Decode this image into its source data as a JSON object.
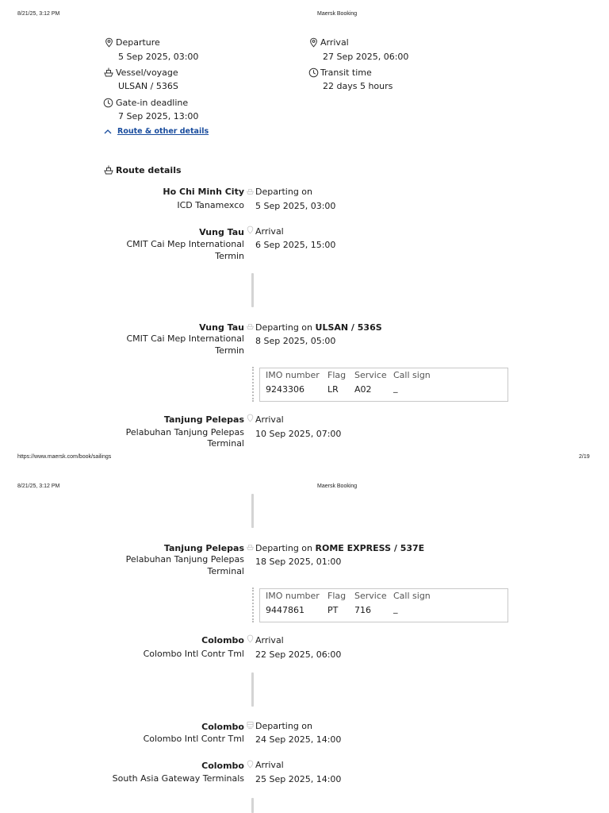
{
  "page1": {
    "header_date": "8/21/25, 3:12 PM",
    "header_title": "Maersk Booking",
    "footer_url": "https://www.maersk.com/book/sailings",
    "footer_page": "2/19"
  },
  "page2": {
    "header_date": "8/21/25, 3:12 PM",
    "header_title": "Maersk Booking"
  },
  "summary": {
    "departure_label": "Departure",
    "departure_value": "5 Sep 2025, 03:00",
    "arrival_label": "Arrival",
    "arrival_value": "27 Sep 2025, 06:00",
    "vessel_label": "Vessel/voyage",
    "vessel_value": "ULSAN / 536S",
    "transit_label": "Transit time",
    "transit_value": "22 days 5 hours",
    "gate_label": "Gate-in deadline",
    "gate_value": "7 Sep 2025, 13:00",
    "route_link": "Route & other details"
  },
  "route": {
    "heading": "Route details",
    "stops": [
      {
        "city": "Ho Chi Minh City",
        "terminal": [
          "ICD Tanamexco"
        ],
        "event": "Departing on",
        "vessel": "",
        "datetime": "5 Sep 2025, 03:00"
      },
      {
        "city": "Vung Tau",
        "terminal": [
          "CMIT Cai Mep International",
          "Termin"
        ],
        "event": "Arrival",
        "vessel": "",
        "datetime": "6 Sep 2025, 15:00"
      },
      {
        "city": "Vung Tau",
        "terminal": [
          "CMIT Cai Mep International",
          "Termin"
        ],
        "event": "Departing on ",
        "vessel": "ULSAN / 536S",
        "datetime": "8 Sep 2025, 05:00"
      },
      {
        "city": "Tanjung Pelepas",
        "terminal": [
          "Pelabuhan Tanjung Pelepas",
          "Terminal"
        ],
        "event": "Arrival",
        "vessel": "",
        "datetime": "10 Sep 2025, 07:00"
      },
      {
        "city": "Tanjung Pelepas",
        "terminal": [
          "Pelabuhan Tanjung Pelepas",
          "Terminal"
        ],
        "event": "Departing on ",
        "vessel": "ROME EXPRESS / 537E",
        "datetime": "18 Sep 2025, 01:00"
      },
      {
        "city": "Colombo",
        "terminal": [
          "Colombo Intl Contr Tml"
        ],
        "event": "Arrival",
        "vessel": "",
        "datetime": "22 Sep 2025, 06:00"
      },
      {
        "city": "Colombo",
        "terminal": [
          "Colombo Intl Contr Tml"
        ],
        "event": "Departing on",
        "vessel": "",
        "datetime": "24 Sep 2025, 14:00"
      },
      {
        "city": "Colombo",
        "terminal": [
          "South Asia Gateway Terminals"
        ],
        "event": "Arrival",
        "vessel": "",
        "datetime": "25 Sep 2025, 14:00"
      }
    ],
    "vessel_tables": [
      {
        "headers": [
          "IMO number",
          "Flag",
          "Service",
          "Call sign"
        ],
        "values": [
          "9243306",
          "LR",
          "A02",
          "_"
        ]
      },
      {
        "headers": [
          "IMO number",
          "Flag",
          "Service",
          "Call sign"
        ],
        "values": [
          "9447861",
          "PT",
          "716",
          "_"
        ]
      }
    ]
  }
}
